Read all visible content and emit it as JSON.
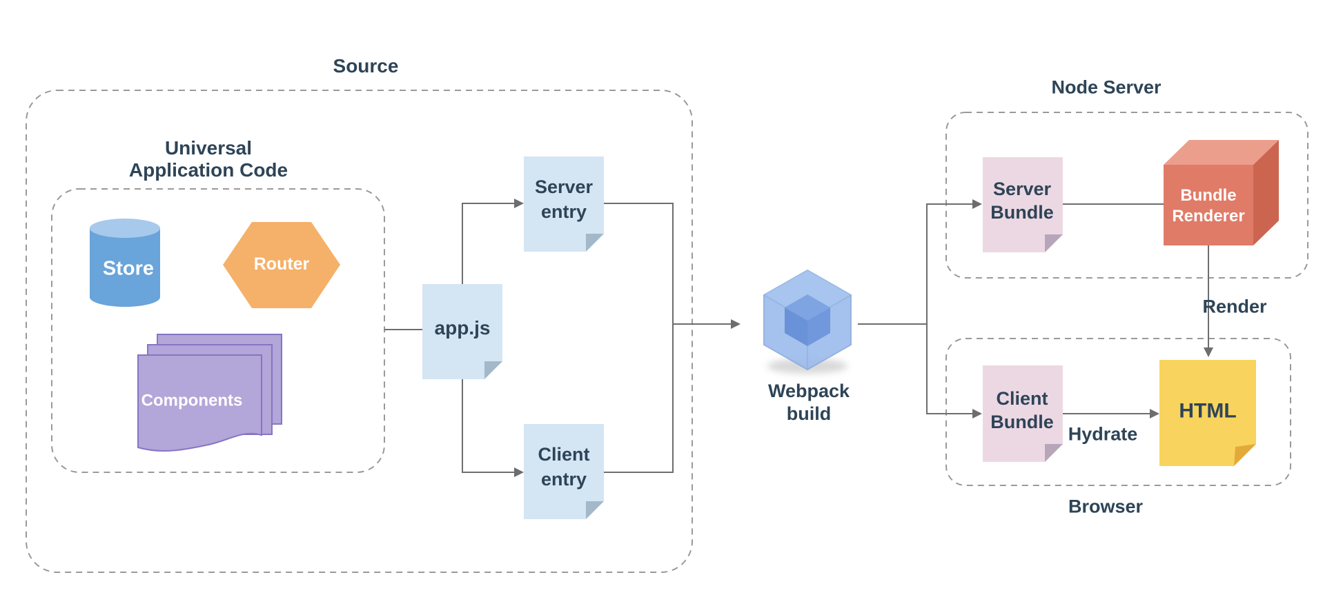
{
  "diagram": {
    "colors": {
      "text_navy": "#2e4457",
      "label_white": "#ffffff",
      "line_gray": "#6d6d6d",
      "dash_gray": "#999999",
      "store_body": "#69a4da",
      "store_top": "#a6c9ec",
      "router_orange": "#f5b169",
      "components_fill": "#b3a6d8",
      "components_stroke": "#8575c4",
      "doc_blue": "#d4e5f4",
      "doc_blue_fold": "#a3b9ca",
      "bundle_pink": "#ecd8e3",
      "bundle_pink_fold": "#b7a6ba",
      "html_yellow": "#f8d45e",
      "html_fold": "#e2aa38",
      "cube_front": "#e07b67",
      "cube_top": "#eb9e8c",
      "cube_side": "#cb654f",
      "webpack_outer": "#9cbbec",
      "webpack_outer_top": "#aac6f1",
      "webpack_edge": "#8aabdf",
      "webpack_inner_top": "#7ea4e2",
      "webpack_inner_left": "#6a92d8",
      "webpack_inner_right": "#7198dd",
      "shadow": "#9e9e9e"
    },
    "containers": {
      "source": {
        "label": "Source"
      },
      "universal_app": {
        "label": "Universal\nApplication Code"
      },
      "node_server": {
        "label": "Node Server"
      },
      "browser": {
        "label": "Browser"
      }
    },
    "nodes": {
      "store": {
        "label": "Store"
      },
      "router": {
        "label": "Router"
      },
      "components": {
        "label": "Components"
      },
      "app_js": {
        "label": "app.js"
      },
      "server_entry": {
        "label": "Server\nentry"
      },
      "client_entry": {
        "label": "Client\nentry"
      },
      "webpack_build": {
        "label": "Webpack\nbuild"
      },
      "server_bundle": {
        "label": "Server\nBundle"
      },
      "bundle_renderer": {
        "label": "Bundle\nRenderer"
      },
      "client_bundle": {
        "label": "Client\nBundle"
      },
      "html": {
        "label": "HTML"
      }
    },
    "edge_labels": {
      "render": {
        "label": "Render"
      },
      "hydrate": {
        "label": "Hydrate"
      }
    }
  }
}
